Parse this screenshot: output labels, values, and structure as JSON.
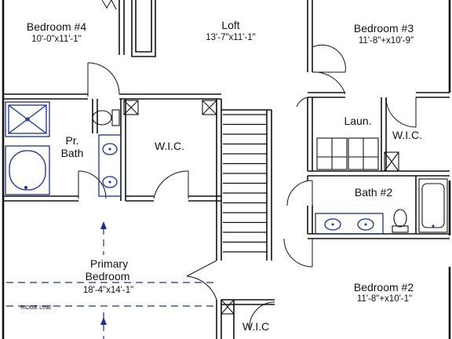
{
  "rooms": {
    "bedroom4": {
      "name": "Bedroom #4",
      "dim": "10'-0\"x11'-1\""
    },
    "loft": {
      "name": "Loft",
      "dim": "13'-7\"x11'-1\""
    },
    "bedroom3": {
      "name": "Bedroom #3",
      "dim": "11'-8\"+x10'-9\""
    },
    "pr_bath": {
      "line1": "Pr.",
      "line2": "Bath"
    },
    "wic_primary": {
      "name": "W.I.C."
    },
    "laundry": {
      "name": "Laun."
    },
    "wic_bed3": {
      "name": "W.I.C."
    },
    "bath2": {
      "name": "Bath #2"
    },
    "primary": {
      "line1": "Primary",
      "line2": "Bedroom",
      "dim": "18'-4\"x14'-1\""
    },
    "bedroom2": {
      "name": "Bedroom #2",
      "dim": "11'-8\"+x10'-1\""
    },
    "wic_bed2": {
      "name": "W.I.C"
    }
  },
  "annotations": {
    "ridge_line": "RIDGE LINE"
  },
  "colors": {
    "wall": "#111111",
    "fixture": "#1c2f9c"
  }
}
